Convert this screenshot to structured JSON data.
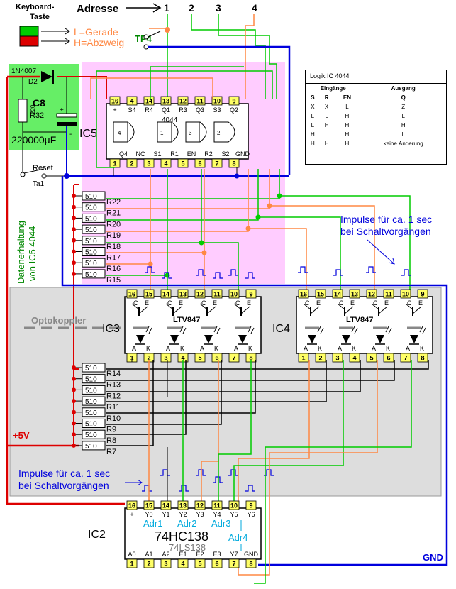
{
  "header": {
    "keyboard_line1": "Keyboard-",
    "keyboard_line2": "Taste",
    "adresse": "Adresse",
    "addr_numbers": [
      "1",
      "2",
      "3",
      "4"
    ],
    "legend_l": "L=Gerade",
    "legend_h": "H=Abzweig",
    "tp4": "TP4"
  },
  "supply": {
    "diode_type": "1N4007",
    "diode_ref": "D2",
    "cap_ref": "C8",
    "cap_value": "220000µF",
    "res_ref": "R32",
    "res_value": "220",
    "reset": "Reset",
    "ta1": "Ta1",
    "plus5v": "+5V",
    "gnd": "GND",
    "datenerhaltung": "Datenerhaltung",
    "von_ic5": "von IC5  4044"
  },
  "ic5": {
    "ref": "IC5",
    "type": "4044",
    "top_pins": [
      "16",
      "4",
      "14",
      "13",
      "12",
      "11",
      "10",
      "9"
    ],
    "top_labels": [
      "+",
      "S4",
      "R4",
      "Q1",
      "R3",
      "Q3",
      "S3",
      "Q2"
    ],
    "bottom_pins": [
      "1",
      "2",
      "3",
      "4",
      "5",
      "6",
      "7",
      "8"
    ],
    "bottom_labels": [
      "Q4",
      "NC",
      "S1",
      "R1",
      "EN",
      "R2",
      "S2",
      "GND"
    ],
    "latch_labels": [
      "4",
      "1",
      "3",
      "2"
    ]
  },
  "resistors_upper": [
    {
      "value": "510",
      "ref": "R22"
    },
    {
      "value": "510",
      "ref": "R21"
    },
    {
      "value": "510",
      "ref": "R20"
    },
    {
      "value": "510",
      "ref": "R19"
    },
    {
      "value": "510",
      "ref": "R18"
    },
    {
      "value": "510",
      "ref": "R17"
    },
    {
      "value": "510",
      "ref": "R16"
    },
    {
      "value": "510",
      "ref": "R15"
    }
  ],
  "resistors_lower": [
    {
      "value": "510",
      "ref": "R14"
    },
    {
      "value": "510",
      "ref": "R13"
    },
    {
      "value": "510",
      "ref": "R12"
    },
    {
      "value": "510",
      "ref": "R11"
    },
    {
      "value": "510",
      "ref": "R10"
    },
    {
      "value": "510",
      "ref": "R9"
    },
    {
      "value": "510",
      "ref": "R8"
    },
    {
      "value": "510",
      "ref": "R7"
    }
  ],
  "optocoupler": {
    "label": "Optokoppler",
    "ic3": "IC3",
    "ic4": "IC4",
    "type": "LTV847",
    "top_pins": [
      "16",
      "15",
      "14",
      "13",
      "12",
      "11",
      "10",
      "9"
    ],
    "bottom_pins": [
      "1",
      "2",
      "3",
      "4",
      "5",
      "6",
      "7",
      "8"
    ],
    "ce": [
      "C",
      "E"
    ],
    "ak": [
      "A",
      "K"
    ]
  },
  "impulse_note": {
    "line1": "Impulse für ca. 1 sec",
    "line2": "bei Schaltvorgängen"
  },
  "ic2": {
    "ref": "IC2",
    "type": "74HC138",
    "alt_type": "74LS138",
    "top_pins": [
      "16",
      "15",
      "14",
      "13",
      "12",
      "11",
      "10",
      "9"
    ],
    "top_labels": [
      "+",
      "Y0",
      "Y1",
      "Y2",
      "Y3",
      "Y4",
      "Y5",
      "Y6"
    ],
    "bottom_pins": [
      "1",
      "2",
      "3",
      "4",
      "5",
      "6",
      "7",
      "8"
    ],
    "bottom_labels": [
      "A0",
      "A1",
      "A2",
      "E1",
      "E2",
      "E3",
      "Y7",
      "GND"
    ],
    "adr": [
      "Adr1",
      "Adr2",
      "Adr3",
      "Adr4"
    ]
  },
  "logic_table": {
    "title": "Logik IC 4044",
    "eingaenge": "Eingänge",
    "ausgang": "Ausgang",
    "cols": [
      "S",
      "R",
      "EN",
      "Q"
    ],
    "rows": [
      [
        "X",
        "X",
        "L",
        "Z"
      ],
      [
        "L",
        "L",
        "H",
        "L"
      ],
      [
        "L",
        "H",
        "H",
        "H"
      ],
      [
        "H",
        "L",
        "H",
        "L"
      ],
      [
        "H",
        "H",
        "H",
        "keine Änderung"
      ]
    ]
  },
  "colors": {
    "green_wire": "#00cc00",
    "orange_wire": "#ff8844",
    "red_wire": "#dd0000",
    "blue_wire": "#0000dd",
    "pink_area": "#ffccff",
    "grey_area": "#dddddd",
    "supply_green": "#66ee66",
    "pin_yellow": "#ffff66"
  }
}
